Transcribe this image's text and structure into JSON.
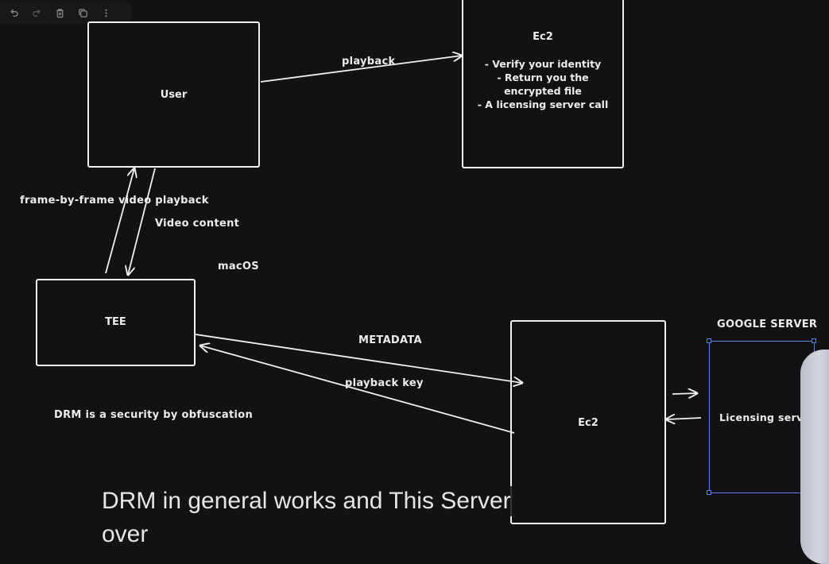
{
  "toolbar": {
    "items": [
      "undo-icon",
      "redo-icon",
      "trash-icon",
      "duplicate-icon",
      "more-icon"
    ]
  },
  "nodes": {
    "user": {
      "label": "User"
    },
    "ec2_top": {
      "title": "Ec2",
      "lines": [
        "- Verify your identity",
        "- Return you the encrypted file",
        "- A licensing server call"
      ]
    },
    "tee": {
      "label": "TEE"
    },
    "ec2_bottom": {
      "label": "Ec2"
    },
    "licensing": {
      "label": "Licensing serve"
    }
  },
  "labels": {
    "playback": "playback",
    "frame_by_frame": "frame-by-frame video playback",
    "video_content": "Video content",
    "macos": "macOS",
    "metadata": "METADATA",
    "playback_key": "playback key",
    "drm_note": "DRM is a security by obfuscation",
    "google_server": "GOOGLE SERVER"
  },
  "caption": {
    "line1": "DRM in general works and This Server",
    "line2": "over"
  },
  "colors": {
    "background": "#121214",
    "stroke": "#f0f0f0",
    "selection": "#5b82d6"
  }
}
